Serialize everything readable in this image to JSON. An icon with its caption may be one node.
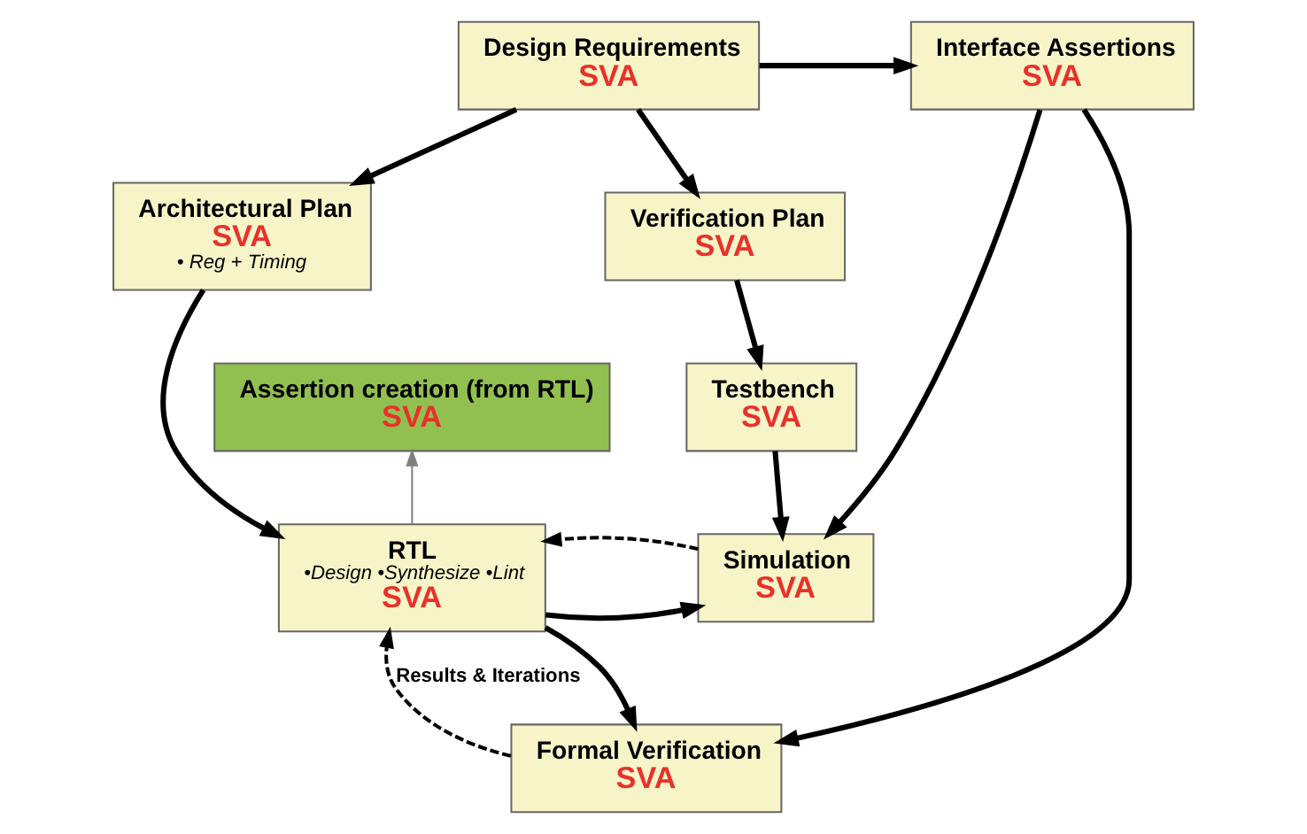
{
  "diagram": {
    "nodes": [
      {
        "text": [
          "Design Requirements",
          "SVA"
        ]
      },
      {
        "text": [
          "Interface Assertions",
          "SVA"
        ]
      },
      {
        "text": [
          "Architectural Plan",
          "SVA",
          "• Reg + Timing"
        ]
      },
      {
        "text": [
          "Verification Plan",
          "SVA"
        ]
      },
      {
        "text": [
          "Assertion creation (from RTL)",
          "SVA"
        ]
      },
      {
        "text": [
          "Testbench",
          "SVA"
        ]
      },
      {
        "text": [
          "RTL",
          "•Design •Synthesize •Lint",
          "SVA"
        ]
      },
      {
        "text": [
          "Simulation",
          "SVA"
        ]
      },
      {
        "text": [
          "Formal Verification",
          "SVA"
        ]
      }
    ],
    "edges": [
      {
        "from": 0,
        "to": 1,
        "arrow": "to"
      },
      {
        "from": 0,
        "to": 2,
        "arrow": "to"
      },
      {
        "from": 0,
        "to": 3,
        "arrow": "to"
      },
      {
        "from": 3,
        "to": 5,
        "arrow": "to"
      },
      {
        "from": 1,
        "to": 7,
        "arrow": "to"
      },
      {
        "from": 1,
        "to": 8,
        "arrow": "to"
      },
      {
        "from": 2,
        "to": 6,
        "arrow": "to"
      },
      {
        "from": 6,
        "to": 4,
        "arrow": "to",
        "color": "#808080"
      },
      {
        "from": 5,
        "to": 7,
        "arrow": "to"
      },
      {
        "from": 6,
        "to": 7,
        "arrow": "to"
      },
      {
        "from": 6,
        "to": 8,
        "arrow": "to"
      },
      {
        "from": 8,
        "to": 6,
        "arrow": "to",
        "style": "dashed",
        "label": "Results & Iterations"
      },
      {
        "from": 7,
        "to": 6,
        "arrow": "to",
        "style": "dashed"
      }
    ]
  }
}
